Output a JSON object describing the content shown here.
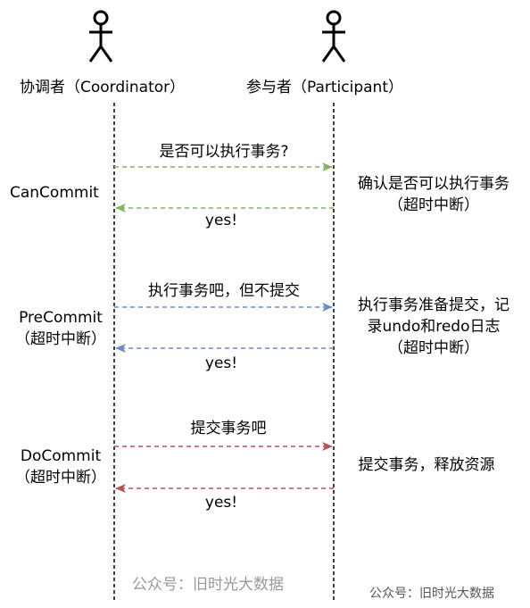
{
  "actors": {
    "coordinator": "协调者（Coordinator）",
    "participant": "参与者（Participant）"
  },
  "phases": {
    "can_commit": {
      "label": "CanCommit",
      "request": "是否可以执行事务?",
      "response": "yes!",
      "participant_note_1": "确认是否可以执行事务",
      "participant_note_2": "（超时中断）"
    },
    "pre_commit": {
      "label": "PreCommit",
      "timeout": "（超时中断）",
      "request": "执行事务吧，但不提交",
      "response": "yes!",
      "participant_note_1": "执行事务准备提交，记",
      "participant_note_2": "录undo和redo日志",
      "participant_note_3": "（超时中断）"
    },
    "do_commit": {
      "label": "DoCommit",
      "timeout": "（超时中断）",
      "request": "提交事务吧",
      "response": "yes!",
      "participant_note_1": "提交事务，释放资源"
    }
  },
  "colors": {
    "green": "#82b366",
    "blue": "#6c8ebf",
    "red": "#b85450",
    "line": "#000000"
  },
  "watermarks": {
    "center": "公众号：旧时光大数据",
    "corner": "公众号：旧时光大数据"
  }
}
